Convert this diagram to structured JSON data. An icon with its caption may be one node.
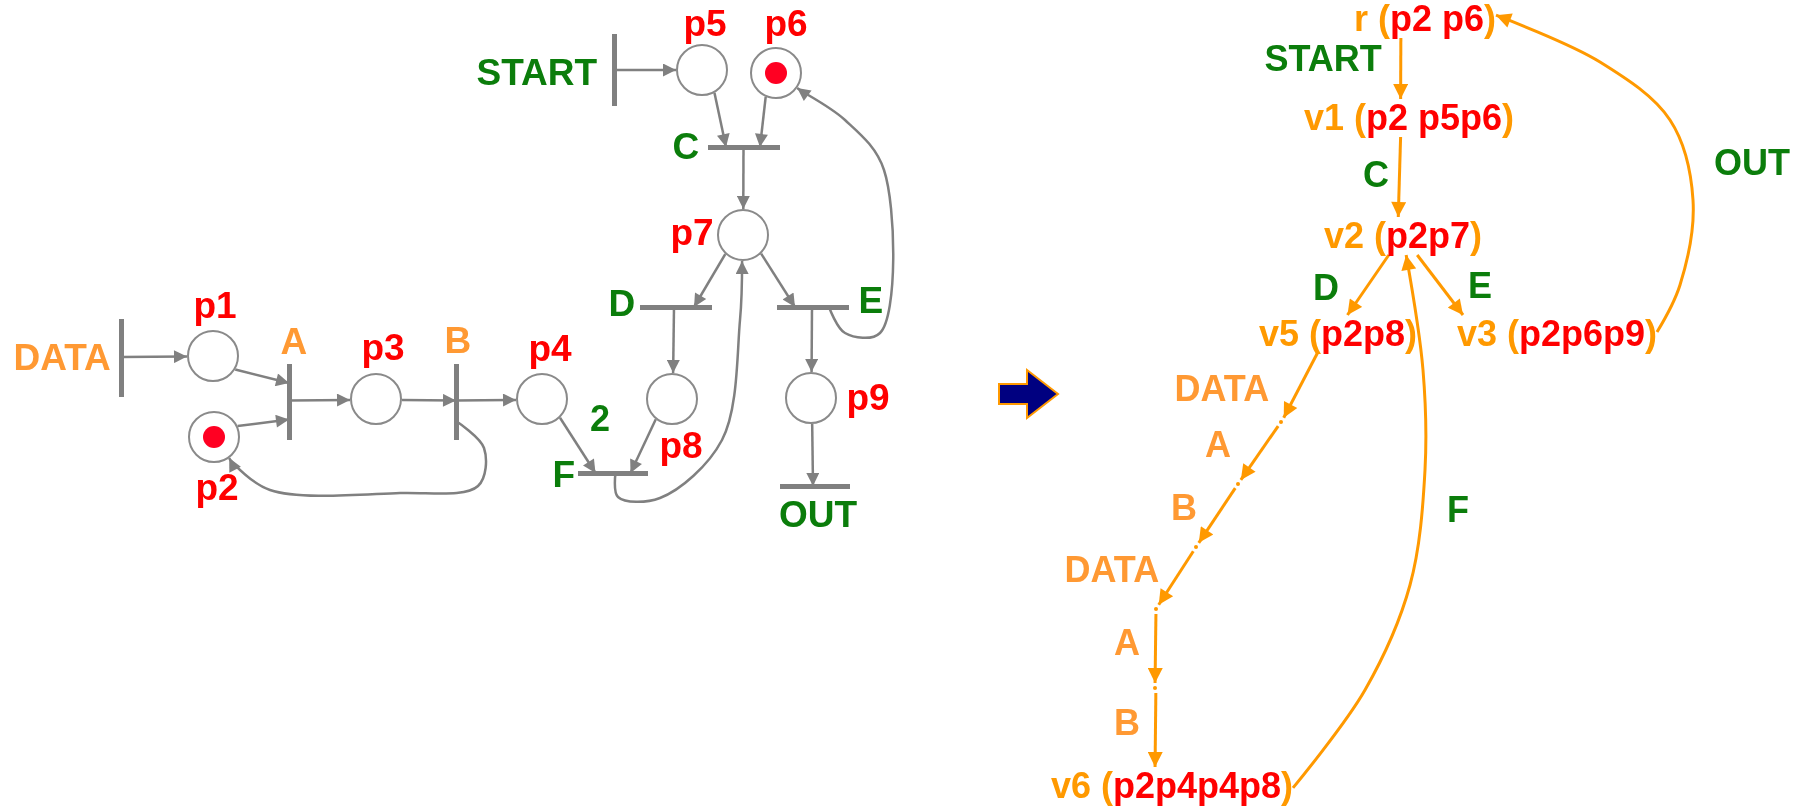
{
  "diagram": {
    "nodes": [
      {
        "text": [
          "p5"
        ]
      },
      {
        "text": [
          "p6"
        ]
      },
      {
        "text": [
          "START"
        ]
      },
      {
        "text": [
          "C"
        ]
      },
      {
        "text": [
          "p7"
        ]
      },
      {
        "text": [
          "D"
        ]
      },
      {
        "text": [
          "E"
        ]
      },
      {
        "text": [
          "p1"
        ]
      },
      {
        "text": [
          "DATA"
        ]
      },
      {
        "text": [
          "A"
        ]
      },
      {
        "text": [
          "p3"
        ]
      },
      {
        "text": [
          "B"
        ]
      },
      {
        "text": [
          "p4"
        ]
      },
      {
        "text": [
          "p2"
        ]
      },
      {
        "text": [
          "p8"
        ]
      },
      {
        "text": [
          "p9"
        ]
      },
      {
        "text": [
          "F"
        ]
      },
      {
        "text": [
          "OUT"
        ]
      },
      {
        "text": [
          "r (p2 p6)"
        ]
      },
      {
        "text": [
          "v1 (p2 p5p6)"
        ]
      },
      {
        "text": [
          "v2 (p2p7)"
        ]
      },
      {
        "text": [
          "v5 (p2p8)"
        ]
      },
      {
        "text": [
          "v3 (p2p6p9)"
        ]
      },
      {
        "text": [
          "v6 (p2p4p4p8)"
        ]
      },
      {
        "text": [],
        "shape": "point"
      },
      {
        "text": [],
        "shape": "point"
      },
      {
        "text": [],
        "shape": "point"
      },
      {
        "text": [],
        "shape": "point"
      },
      {
        "text": [],
        "shape": "point"
      }
    ],
    "edges": [
      {
        "from": 2,
        "to": 0,
        "arrow": "to"
      },
      {
        "from": 0,
        "to": 3,
        "arrow": "to"
      },
      {
        "from": 1,
        "to": 3,
        "arrow": "to"
      },
      {
        "from": 3,
        "to": 4,
        "arrow": "to"
      },
      {
        "from": 4,
        "to": 5,
        "arrow": "to"
      },
      {
        "from": 4,
        "to": 6,
        "arrow": "to"
      },
      {
        "from": 6,
        "to": 1,
        "arrow": "to"
      },
      {
        "from": 5,
        "to": 14,
        "arrow": "to"
      },
      {
        "from": 6,
        "to": 15,
        "arrow": "to"
      },
      {
        "from": 15,
        "to": 17,
        "arrow": "to"
      },
      {
        "from": 8,
        "to": 7,
        "arrow": "to"
      },
      {
        "from": 7,
        "to": 9,
        "arrow": "to"
      },
      {
        "from": 13,
        "to": 9,
        "arrow": "to"
      },
      {
        "from": 9,
        "to": 10,
        "arrow": "to"
      },
      {
        "from": 10,
        "to": 11,
        "arrow": "to"
      },
      {
        "from": 11,
        "to": 12,
        "arrow": "to"
      },
      {
        "from": 11,
        "to": 13,
        "arrow": "to"
      },
      {
        "from": 12,
        "to": 16,
        "arrow": "to",
        "label": "2"
      },
      {
        "from": 14,
        "to": 16,
        "arrow": "to"
      },
      {
        "from": 16,
        "to": 4,
        "arrow": "to"
      },
      {
        "from": 18,
        "to": 19,
        "arrow": "to",
        "label": "START",
        "color": "#ff9900"
      },
      {
        "from": 19,
        "to": 20,
        "arrow": "to",
        "label": "C",
        "color": "#ff9900"
      },
      {
        "from": 20,
        "to": 21,
        "arrow": "to",
        "label": "D",
        "color": "#ff9900"
      },
      {
        "from": 20,
        "to": 22,
        "arrow": "to",
        "label": "E",
        "color": "#ff9900"
      },
      {
        "from": 22,
        "to": 18,
        "arrow": "to",
        "label": "OUT",
        "color": "#ff9900"
      },
      {
        "from": 23,
        "to": 20,
        "arrow": "to",
        "label": "F",
        "color": "#ff9900"
      },
      {
        "from": 21,
        "to": 24,
        "arrow": "to",
        "label": "DATA",
        "color": "#ff9900"
      },
      {
        "from": 24,
        "to": 25,
        "arrow": "to",
        "label": "A",
        "color": "#ff9900"
      },
      {
        "from": 25,
        "to": 26,
        "arrow": "to",
        "label": "B",
        "color": "#ff9900"
      },
      {
        "from": 26,
        "to": 27,
        "arrow": "to",
        "label": "DATA",
        "color": "#ff9900"
      },
      {
        "from": 27,
        "to": 28,
        "arrow": "to",
        "label": "A",
        "color": "#ff9900"
      },
      {
        "from": 28,
        "to": 23,
        "arrow": "to",
        "label": "B",
        "color": "#ff9900"
      }
    ]
  }
}
